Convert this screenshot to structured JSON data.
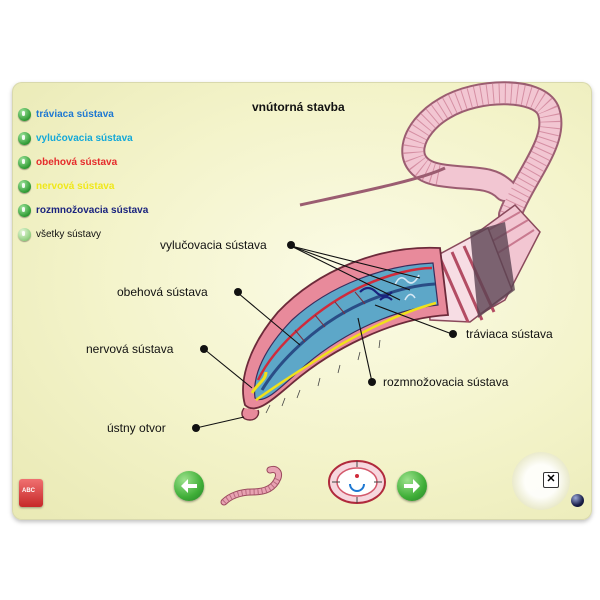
{
  "title": "vnútorná stavba",
  "legend": [
    {
      "label": "tráviaca sústava",
      "color": "#1e78d2"
    },
    {
      "label": "vylučovacia sústava",
      "color": "#14a8d8"
    },
    {
      "label": "obehová sústava",
      "color": "#e52b2b"
    },
    {
      "label": "nervová sústava",
      "color": "#f0e81a"
    },
    {
      "label": "rozmnožovacia sústava",
      "color": "#1a237e"
    },
    {
      "label": "všetky sústavy",
      "color": "#111111"
    }
  ],
  "callouts": {
    "vylucovacia": "vylučovacia sústava",
    "obehova": "obehová sústava",
    "nervova": "nervová sústava",
    "ustny_otvor": "ústny otvor",
    "traviaca": "tráviaca sústava",
    "rozmnozovacia": "rozmnožovacia sústava"
  },
  "logo": {
    "text": "ABC"
  },
  "close": {
    "symbol": "✕"
  },
  "icons": {
    "prev": "arrow-left-icon",
    "next": "arrow-right-icon",
    "close": "close-icon"
  }
}
